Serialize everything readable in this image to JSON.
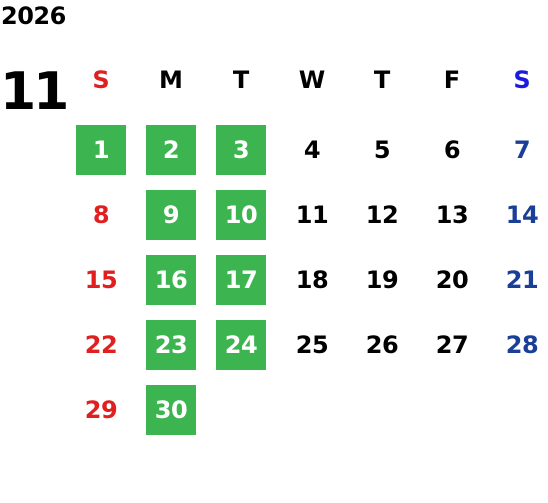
{
  "calendar": {
    "year": "2026",
    "month": "11",
    "weekdays": [
      "S",
      "M",
      "T",
      "W",
      "T",
      "F",
      "S"
    ],
    "colors": {
      "highlight_bg": "#3cb550",
      "highlight_text": "#ffffff",
      "sunday": "#e02020",
      "saturday_header": "#1a1ae0",
      "saturday": "#1a3f96",
      "weekday": "#000000"
    },
    "weeks": [
      [
        {
          "d": "1",
          "hl": true
        },
        {
          "d": "2",
          "hl": true
        },
        {
          "d": "3",
          "hl": true
        },
        {
          "d": "4",
          "hl": false
        },
        {
          "d": "5",
          "hl": false
        },
        {
          "d": "6",
          "hl": false
        },
        {
          "d": "7",
          "hl": false
        }
      ],
      [
        {
          "d": "8",
          "hl": false
        },
        {
          "d": "9",
          "hl": true
        },
        {
          "d": "10",
          "hl": true
        },
        {
          "d": "11",
          "hl": false
        },
        {
          "d": "12",
          "hl": false
        },
        {
          "d": "13",
          "hl": false
        },
        {
          "d": "14",
          "hl": false
        }
      ],
      [
        {
          "d": "15",
          "hl": false
        },
        {
          "d": "16",
          "hl": true
        },
        {
          "d": "17",
          "hl": true
        },
        {
          "d": "18",
          "hl": false
        },
        {
          "d": "19",
          "hl": false
        },
        {
          "d": "20",
          "hl": false
        },
        {
          "d": "21",
          "hl": false
        }
      ],
      [
        {
          "d": "22",
          "hl": false
        },
        {
          "d": "23",
          "hl": true
        },
        {
          "d": "24",
          "hl": true
        },
        {
          "d": "25",
          "hl": false
        },
        {
          "d": "26",
          "hl": false
        },
        {
          "d": "27",
          "hl": false
        },
        {
          "d": "28",
          "hl": false
        }
      ],
      [
        {
          "d": "29",
          "hl": false
        },
        {
          "d": "30",
          "hl": true
        }
      ]
    ]
  }
}
